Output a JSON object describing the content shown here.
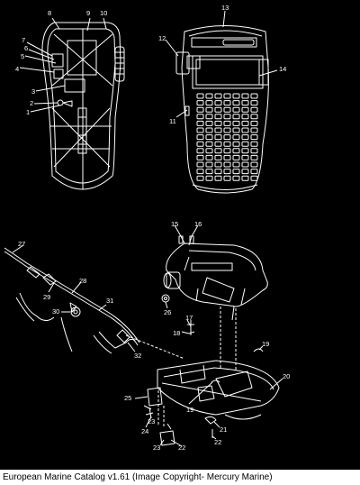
{
  "caption": "European Marine Catalog v1.61 (Image Copyright- Mercury Marine)",
  "upper_callouts": [
    "8",
    "9",
    "10",
    "7",
    "6",
    "5",
    "4",
    "3",
    "2",
    "1",
    "13",
    "12",
    "14",
    "11"
  ],
  "lower_callouts": [
    "27",
    "15",
    "16",
    "28",
    "29",
    "31",
    "30",
    "26",
    "17",
    "18",
    "32",
    "19",
    "20",
    "25",
    "19",
    "23",
    "24",
    "21",
    "23",
    "22",
    "22"
  ],
  "colors": {
    "background": "#000000",
    "line": "#ffffff",
    "caption_bg": "#ffffff",
    "caption_text": "#000000"
  }
}
